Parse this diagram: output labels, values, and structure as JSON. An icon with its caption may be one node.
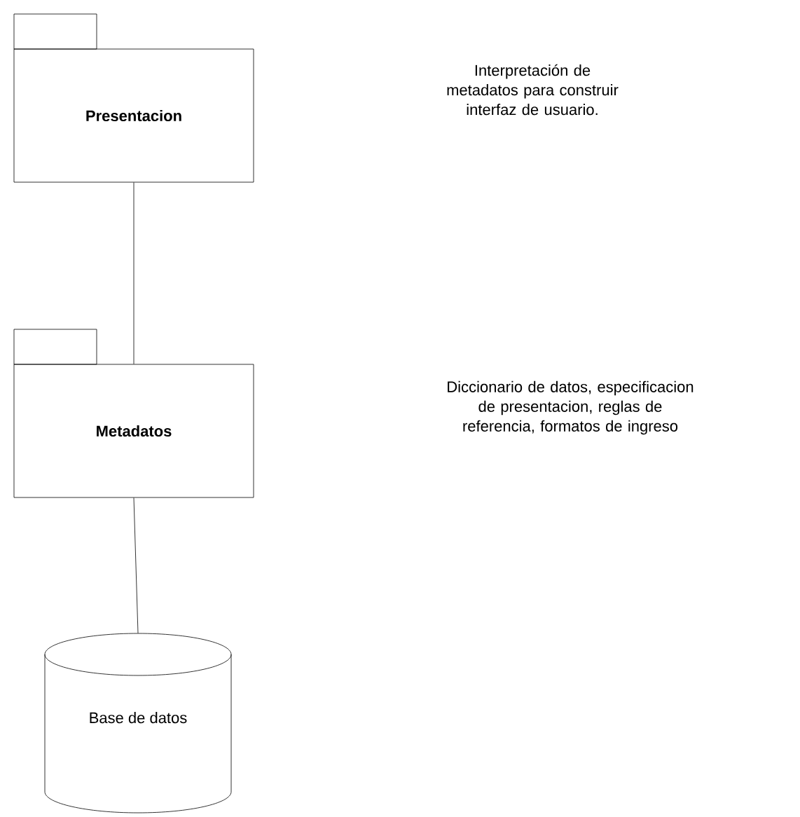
{
  "diagram": {
    "nodes": [
      {
        "text": [
          "Presentacion"
        ]
      },
      {
        "text": [
          "Metadatos"
        ]
      },
      {
        "text": [
          "Base de datos"
        ]
      }
    ],
    "edges": [
      {
        "from": 0,
        "to": 1,
        "arrow": "none"
      },
      {
        "from": 1,
        "to": 2,
        "arrow": "none"
      }
    ],
    "labels": [
      "Interpretación de metadatos para construir interfaz de usuario.",
      "Diccionario de datos, especificacion de presentacion, reglas de referencia, formatos de ingreso"
    ]
  }
}
